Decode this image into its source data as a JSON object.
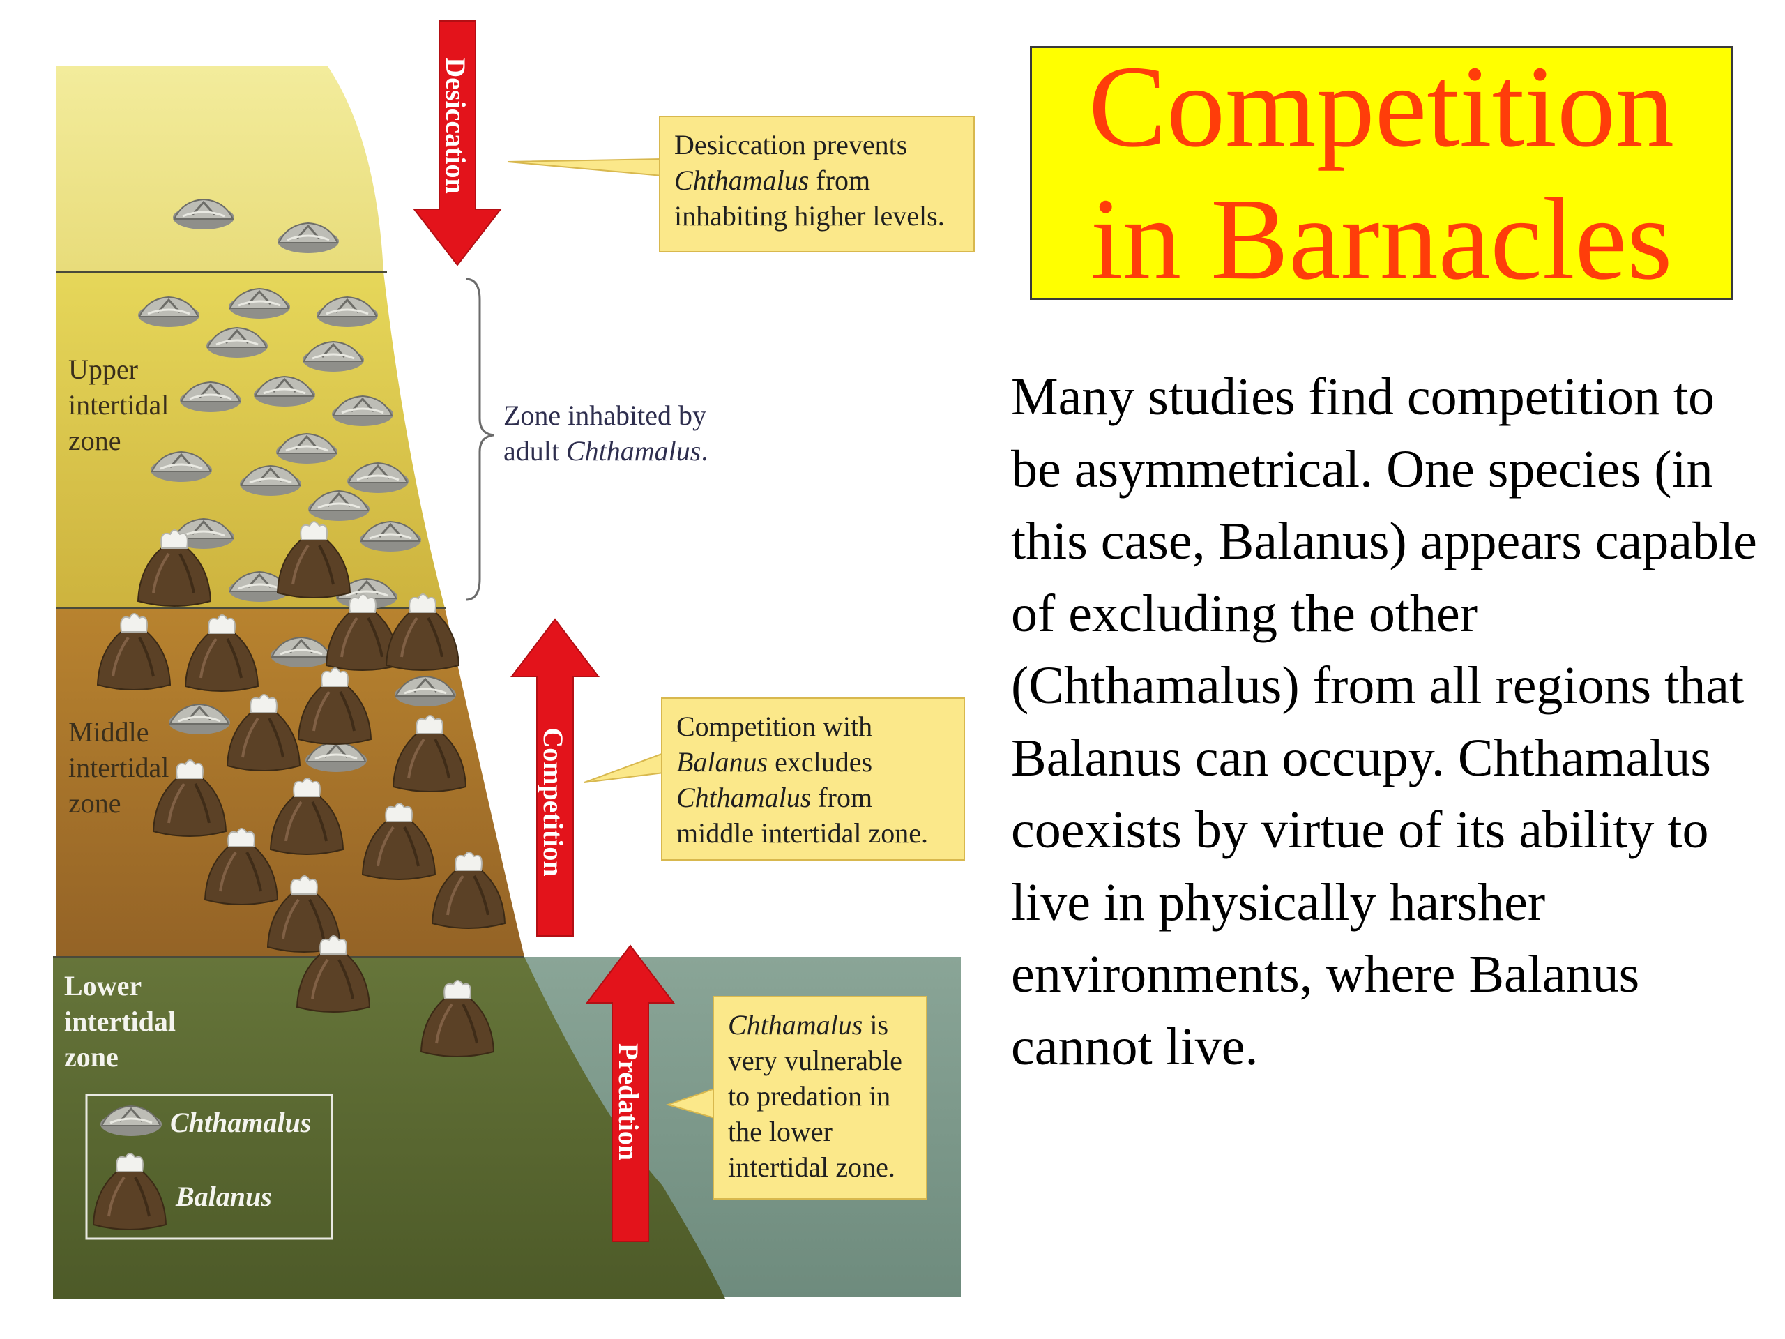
{
  "title": "Competition in Barnacles",
  "body_text": "Many studies find competition to be asymmetrical. One species (in this case, Balanus) appears capable of excluding the other (Chthamalus) from all regions that Balanus can occupy.  Chthamalus coexists by virtue of its ability to live in physically harsher environments, where Balanus cannot live.",
  "arrows": {
    "desiccation": "Desiccation",
    "competition": "Competition",
    "predation": "Predation"
  },
  "zones": {
    "upper": [
      "Upper",
      "intertidal",
      "zone"
    ],
    "middle": [
      "Middle",
      "intertidal",
      "zone"
    ],
    "lower": [
      "Lower",
      "intertidal",
      "zone"
    ]
  },
  "inhabited": {
    "line1": "Zone inhabited by",
    "line2_prefix": "adult ",
    "line2_species": "Chthamalus",
    "line2_suffix": "."
  },
  "callouts": {
    "desiccation": {
      "line1": "Desiccation prevents",
      "line2_species": "Chthamalus",
      "line2_suffix": " from",
      "line3": "inhabiting higher levels."
    },
    "competition": {
      "line1": "Competition with",
      "line2_species": "Balanus",
      "line2_suffix": " excludes",
      "line3_species": "Chthamalus",
      "line3_suffix": " from",
      "line4": "middle intertidal zone."
    },
    "predation": {
      "line1_species": "Chthamalus",
      "line1_suffix": " is",
      "line2": "very vulnerable",
      "line3": "to predation in",
      "line4": "the lower",
      "line5": "intertidal zone."
    }
  },
  "legend": {
    "chthamalus": "Chthamalus",
    "balanus": "Balanus"
  },
  "colors": {
    "arrow": "#e3131b",
    "title_bg": "#ffff00",
    "title_text": "#ff3d0a",
    "callout_bg": "#fbe88a",
    "sky_zone": "#efe48a",
    "upper_zone": "#dcc84a",
    "middle_zone": "#a8752c",
    "lower_zone": "#5d6b30",
    "water": "#7f9a8e"
  },
  "icons": {
    "chthamalus": "chthamalus-barnacle-icon",
    "balanus": "balanus-barnacle-icon"
  }
}
